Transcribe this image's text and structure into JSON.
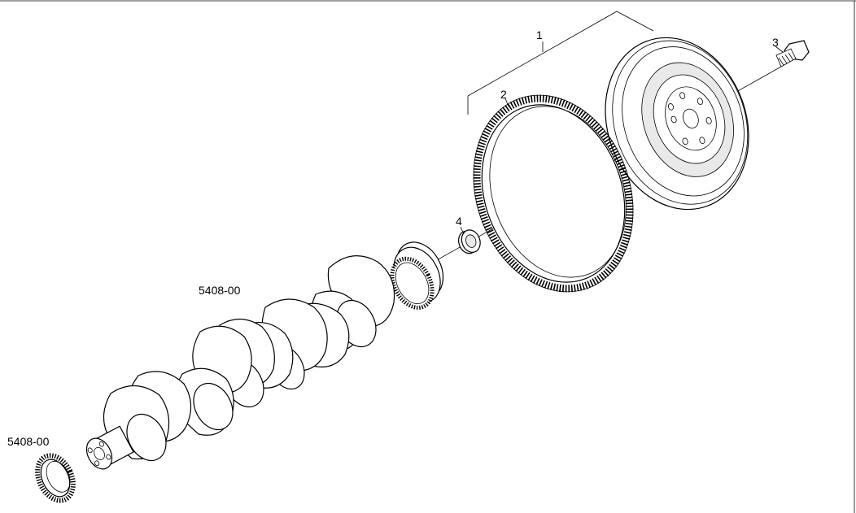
{
  "callouts": {
    "c1": "1",
    "c2": "2",
    "c3": "3",
    "c4": "4",
    "crank_ref": "5408-00",
    "ring_ref": "5408-00"
  }
}
